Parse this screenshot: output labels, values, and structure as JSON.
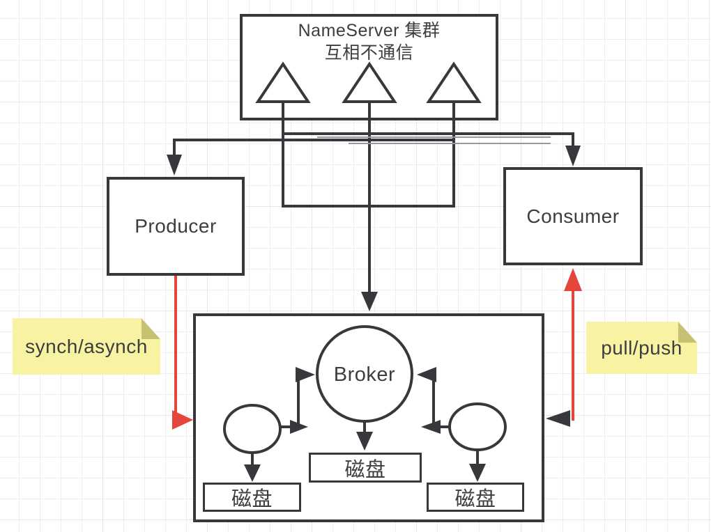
{
  "colors": {
    "line": "#37383b",
    "text": "#3d3d40",
    "red": "#e5463b",
    "note_bg": "#f7f3a2",
    "note_fold": "#c6c173",
    "grid_line": "#eeeef2",
    "grid_major": "#e5e5eb",
    "overlap_gray": "#98989c"
  },
  "nameserver": {
    "title": "NameServer 集群",
    "subtitle": "互相不通信",
    "node_count": 3
  },
  "producer": {
    "label": "Producer"
  },
  "consumer": {
    "label": "Consumer"
  },
  "broker": {
    "label": "Broker",
    "disks": [
      {
        "label": "磁盘"
      },
      {
        "label": "磁盘"
      },
      {
        "label": "磁盘"
      }
    ]
  },
  "notes": {
    "left": {
      "text": "synch/asynch"
    },
    "right": {
      "text": "pull/push"
    }
  }
}
